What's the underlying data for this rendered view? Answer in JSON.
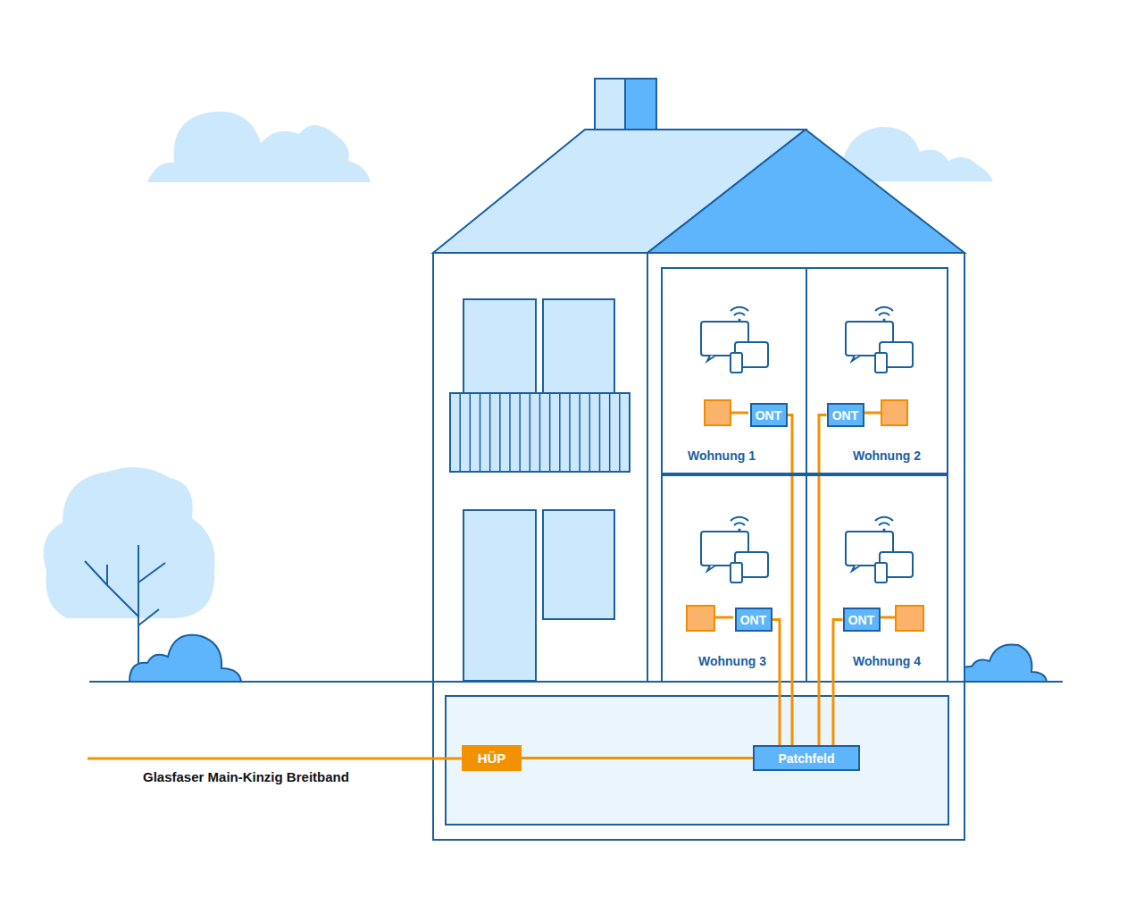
{
  "diagram": {
    "nodes": [
      {
        "text": [
          "Wohnung 1"
        ]
      },
      {
        "text": [
          "ONT"
        ],
        "in": 0
      },
      {
        "text": [
          "Wohnung 2"
        ]
      },
      {
        "text": [
          "ONT"
        ],
        "in": 2
      },
      {
        "text": [
          "Wohnung 3"
        ]
      },
      {
        "text": [
          "ONT"
        ],
        "in": 4
      },
      {
        "text": [
          "Wohnung 4"
        ]
      },
      {
        "text": [
          "ONT"
        ],
        "in": 6
      },
      {
        "text": [
          "HÜP"
        ]
      },
      {
        "text": [
          "Patchfeld"
        ]
      }
    ],
    "edges": [
      {
        "from": 8,
        "to": 9,
        "arrow": "none"
      },
      {
        "from": 9,
        "to": 1,
        "arrow": "none"
      },
      {
        "from": 9,
        "to": 3,
        "arrow": "none"
      },
      {
        "from": 9,
        "to": 5,
        "arrow": "none"
      },
      {
        "from": 9,
        "to": 7,
        "arrow": "none"
      }
    ],
    "labels": [
      "Glasfaser Main-Kinzig Breitband"
    ]
  }
}
